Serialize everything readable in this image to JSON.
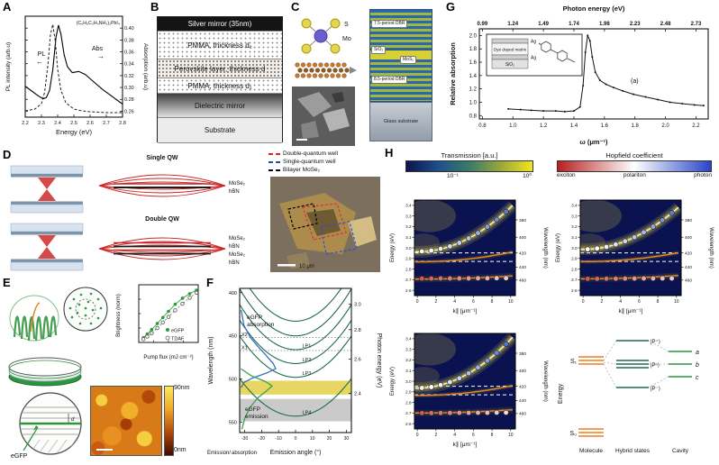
{
  "panelA": {
    "label": "A",
    "xlabel": "Energy (eV)",
    "ylabel_left": "PL intensity (arb.u)",
    "ylabel_right": "Absorption (arb.u)",
    "annotation": "(C₆H₅C₂H₄NH₃)₂PbI₄",
    "pl_label": "PL",
    "pl_arrow": "←",
    "abs_label": "Abs",
    "abs_arrow": "→"
  },
  "panelB": {
    "label": "B",
    "layers": [
      "Silver mirror (35nm)",
      "PMMA, thickness d₂",
      "Perovskite layer, thickness d",
      "PMMA, thickness d₁",
      "Dielectric mirror",
      "Substrate"
    ]
  },
  "panelC": {
    "label": "C",
    "atom_s": "S",
    "atom_mo": "Mo",
    "stack": {
      "top_dbr": "7.5-period DBR",
      "sio2": "SiO₂",
      "mos2": "MoS₂",
      "bottom_dbr": "8.5-period DBR",
      "substrate": "Glass substrate"
    }
  },
  "panelD": {
    "label": "D",
    "single_qw": "Single QW",
    "double_qw": "Double QW",
    "single_layers": [
      "MoSe₂",
      "hBN"
    ],
    "double_layers": [
      "MoSe₂",
      "hBN",
      "MoSe₂",
      "hBN"
    ],
    "legend": [
      {
        "label": "Double-quantum well",
        "color": "#d42020"
      },
      {
        "label": "Single-quantum well",
        "color": "#2040c0"
      },
      {
        "label": "Bilayer MoSe₂",
        "color": "#000000"
      }
    ],
    "scalebar": "10 μm"
  },
  "panelE": {
    "label": "E",
    "egfp_label": "eGFP",
    "d_label": "d",
    "afm_scale_max": "90nm",
    "afm_scale_min": "0nm",
    "inset": {
      "xlabel": "Pump flux (mJ cm⁻²)",
      "ylabel": "Brightness (norm)",
      "legend": [
        "eGFP",
        "TDAF"
      ]
    }
  },
  "panelF": {
    "label": "F",
    "ylabel_left": "Wavelength (nm)",
    "ylabel_right": "Photon energy (eV)",
    "xlabel": "Emission angle (°)",
    "xlabel2_em": "Emission/",
    "xlabel2_abs": "absorption",
    "abs_text_1": "eGFP",
    "abs_text_2": "absorption",
    "em_text_1": "eGFP",
    "em_text_2": "emission"
  },
  "panelG": {
    "label": "G",
    "top_xlabel": "Photon energy (eV)",
    "xlabel": "ω (μm⁻¹)",
    "ylabel": "Relative absorption",
    "annotation": "(a)",
    "inset_layers": [
      "Ag",
      "Dye doped matrix",
      "Ag",
      "SiO₂"
    ]
  },
  "panelH": {
    "label": "H",
    "cbar1": {
      "title": "Transmission [a.u.]",
      "tick_lo": "10⁻¹",
      "tick_hi": "10⁰"
    },
    "cbar2": {
      "title": "Hopfield coefficient",
      "labels": [
        "exciton",
        "polariton",
        "photon"
      ]
    },
    "xlabel": "k∥ [μm⁻¹]",
    "ylabel": "Energy (eV)",
    "right_label": "Wavelength (nm)",
    "levels": {
      "ylabel": "Energy",
      "s1": "S₁",
      "s0": "S₀",
      "p_plus": "|P⁺⟩",
      "p_mid": "|Pⁿ⟩",
      "p_minus": "|P⁻⟩",
      "cavity_modes": [
        "a",
        "b",
        "c"
      ],
      "columns": [
        "Molecule",
        "Hybrid states",
        "Cavity"
      ]
    }
  },
  "chart_data": [
    {
      "id": "A",
      "type": "line",
      "xlabel": "Energy (eV)",
      "xlim": [
        2.2,
        2.8
      ],
      "x_ticks": [
        2.2,
        2.3,
        2.4,
        2.5,
        2.6,
        2.7,
        2.8
      ],
      "y_right_lim": [
        0.25,
        0.42
      ],
      "y_right_ticks": [
        0.26,
        0.28,
        0.3,
        0.32,
        0.34,
        0.36,
        0.38,
        0.4
      ],
      "series": [
        {
          "name": "PL",
          "style": "dashed",
          "points": [
            [
              2.2,
              0.04
            ],
            [
              2.26,
              0.06
            ],
            [
              2.3,
              0.12
            ],
            [
              2.32,
              0.25
            ],
            [
              2.34,
              0.55
            ],
            [
              2.355,
              0.88
            ],
            [
              2.37,
              1.0
            ],
            [
              2.385,
              0.82
            ],
            [
              2.4,
              0.5
            ],
            [
              2.42,
              0.27
            ],
            [
              2.45,
              0.13
            ],
            [
              2.5,
              0.06
            ],
            [
              2.55,
              0.04
            ],
            [
              2.6,
              0.03
            ],
            [
              2.7,
              0.02
            ],
            [
              2.8,
              0.02
            ]
          ]
        },
        {
          "name": "Abs",
          "style": "solid",
          "points": [
            [
              2.2,
              0.302
            ],
            [
              2.24,
              0.294
            ],
            [
              2.28,
              0.286
            ],
            [
              2.31,
              0.281
            ],
            [
              2.33,
              0.283
            ],
            [
              2.35,
              0.295
            ],
            [
              2.37,
              0.33
            ],
            [
              2.39,
              0.385
            ],
            [
              2.405,
              0.405
            ],
            [
              2.42,
              0.39
            ],
            [
              2.44,
              0.355
            ],
            [
              2.46,
              0.335
            ],
            [
              2.49,
              0.325
            ],
            [
              2.53,
              0.327
            ],
            [
              2.57,
              0.322
            ],
            [
              2.62,
              0.31
            ],
            [
              2.68,
              0.296
            ],
            [
              2.74,
              0.284
            ],
            [
              2.8,
              0.272
            ]
          ]
        }
      ]
    },
    {
      "id": "Einset",
      "type": "scatter",
      "series": [
        {
          "name": "eGFP",
          "marker": "filled",
          "color": "#2a9a3a",
          "points": [
            [
              0.05,
              0.06
            ],
            [
              0.12,
              0.13
            ],
            [
              0.2,
              0.22
            ],
            [
              0.3,
              0.34
            ],
            [
              0.4,
              0.46
            ],
            [
              0.5,
              0.58
            ],
            [
              0.62,
              0.72
            ],
            [
              0.75,
              0.84
            ],
            [
              0.88,
              0.93
            ],
            [
              1.0,
              1.0
            ]
          ]
        },
        {
          "name": "TDAF",
          "marker": "open",
          "color": "#666666",
          "points": [
            [
              0.05,
              0.03
            ],
            [
              0.12,
              0.08
            ],
            [
              0.2,
              0.15
            ],
            [
              0.3,
              0.25
            ],
            [
              0.4,
              0.36
            ],
            [
              0.5,
              0.47
            ],
            [
              0.62,
              0.6
            ],
            [
              0.75,
              0.73
            ],
            [
              0.88,
              0.85
            ],
            [
              1.0,
              0.95
            ]
          ]
        }
      ]
    },
    {
      "id": "F",
      "type": "dispersion",
      "theta_lim": [
        -33,
        33
      ],
      "x_ticks": [
        -30,
        -20,
        -10,
        0,
        10,
        20,
        30
      ],
      "wavelength_lim": [
        395,
        562
      ],
      "wavelength_ticks": [
        400,
        450,
        500,
        550
      ],
      "energy_ticks": [
        3.0,
        2.8,
        2.6,
        2.4
      ],
      "bands": [
        {
          "color": "#e3cf45",
          "opacity": 0.85,
          "range": [
            502,
            518
          ]
        },
        {
          "color": "#c4c4c4",
          "opacity": 0.9,
          "range": [
            523,
            549
          ]
        }
      ],
      "excitons": [
        {
          "label": "X2",
          "wavelength": 452
        },
        {
          "label": "X1",
          "wavelength": 467
        }
      ],
      "modes": [
        {
          "label": "",
          "vertex": 433,
          "curv": 0.052
        },
        {
          "label": "",
          "vertex": 450,
          "curv": 0.05
        },
        {
          "label": "LP1",
          "vertex": 466,
          "curv": 0.048
        },
        {
          "label": "LP2",
          "vertex": 482,
          "curv": 0.046
        },
        {
          "label": "LP3",
          "vertex": 498,
          "curv": 0.044
        },
        {
          "label": "LP4",
          "vertex": 543,
          "curv": 0.04
        }
      ],
      "absorption": [
        [
          420,
          0.04
        ],
        [
          438,
          0.12
        ],
        [
          452,
          0.3
        ],
        [
          462,
          0.5
        ],
        [
          472,
          0.72
        ],
        [
          482,
          0.93
        ],
        [
          488,
          1.0
        ],
        [
          493,
          0.75
        ],
        [
          499,
          0.35
        ],
        [
          504,
          0.12
        ],
        [
          510,
          0.04
        ]
      ],
      "emission": [
        [
          488,
          0.04
        ],
        [
          496,
          0.35
        ],
        [
          503,
          0.8
        ],
        [
          508,
          1.0
        ],
        [
          514,
          0.82
        ],
        [
          522,
          0.55
        ],
        [
          533,
          0.32
        ],
        [
          545,
          0.16
        ],
        [
          558,
          0.07
        ]
      ]
    },
    {
      "id": "G",
      "type": "line",
      "xlim": [
        0.78,
        2.28
      ],
      "x_ticks": [
        0.8,
        1.0,
        1.2,
        1.4,
        1.6,
        1.8,
        2.0,
        2.2
      ],
      "ylim": [
        0.75,
        2.1
      ],
      "y_ticks": [
        0.8,
        1.0,
        1.2,
        1.4,
        1.6,
        1.8,
        2.0
      ],
      "top_ticks": [
        {
          "label": "0.99",
          "omega": 0.8
        },
        {
          "label": "1.24",
          "omega": 1.0
        },
        {
          "label": "1.49",
          "omega": 1.2
        },
        {
          "label": "1.74",
          "omega": 1.4
        },
        {
          "label": "1.98",
          "omega": 1.6
        },
        {
          "label": "2.23",
          "omega": 1.8
        },
        {
          "label": "2.48",
          "omega": 2.0
        },
        {
          "label": "2.73",
          "omega": 2.2
        }
      ],
      "series": [
        {
          "name": "absorption",
          "points": [
            [
              0.97,
              0.9
            ],
            [
              1.05,
              0.89
            ],
            [
              1.12,
              0.88
            ],
            [
              1.2,
              0.87
            ],
            [
              1.28,
              0.87
            ],
            [
              1.34,
              0.86
            ],
            [
              1.4,
              0.87
            ],
            [
              1.44,
              0.93
            ],
            [
              1.46,
              1.25
            ],
            [
              1.475,
              1.75
            ],
            [
              1.49,
              2.0
            ],
            [
              1.505,
              1.92
            ],
            [
              1.52,
              1.68
            ],
            [
              1.54,
              1.45
            ],
            [
              1.57,
              1.33
            ],
            [
              1.61,
              1.27
            ],
            [
              1.66,
              1.22
            ],
            [
              1.72,
              1.17
            ],
            [
              1.79,
              1.12
            ],
            [
              1.87,
              1.08
            ],
            [
              1.95,
              1.04
            ],
            [
              2.03,
              1.0
            ],
            [
              2.11,
              0.98
            ],
            [
              2.19,
              0.96
            ],
            [
              2.25,
              0.95
            ]
          ]
        }
      ]
    },
    {
      "id": "H1",
      "type": "polariton",
      "k_lim": [
        -0.3,
        10.5
      ],
      "x_ticks": [
        0,
        2,
        4,
        6,
        8,
        10
      ],
      "e_lim": [
        2.55,
        3.45
      ],
      "y_ticks": [
        2.6,
        2.7,
        2.8,
        2.9,
        3.0,
        3.1,
        3.2,
        3.3,
        3.4
      ],
      "wl_ticks": [
        380,
        400,
        420,
        440,
        460
      ],
      "dashed": [
        2.952,
        2.872
      ],
      "cavity": {
        "e0": 2.962,
        "a": 0.0042
      },
      "orange": [
        {
          "e0": 2.705,
          "a": 0.0003
        },
        {
          "e0": 2.868,
          "a": 0.0009
        }
      ],
      "scatter_lp": [
        [
          0.5,
          2.71,
          0.1
        ],
        [
          1.5,
          2.71,
          0.13
        ],
        [
          2.5,
          2.711,
          0.16
        ],
        [
          3.5,
          2.711,
          0.19
        ],
        [
          4.5,
          2.712,
          0.22
        ],
        [
          5.5,
          2.712,
          0.25
        ],
        [
          6.5,
          2.713,
          0.28
        ],
        [
          7.5,
          2.713,
          0.31
        ],
        [
          8.5,
          2.714,
          0.34
        ],
        [
          9.5,
          2.714,
          0.37
        ]
      ],
      "scatter_up": [
        [
          0.5,
          2.966,
          0.5
        ],
        [
          1.5,
          2.974,
          0.53
        ],
        [
          2.5,
          2.99,
          0.56
        ],
        [
          3.5,
          3.014,
          0.6
        ],
        [
          4.5,
          3.047,
          0.64
        ],
        [
          5.5,
          3.089,
          0.68
        ],
        [
          6.5,
          3.139,
          0.73
        ],
        [
          7.5,
          3.198,
          0.78
        ],
        [
          8.5,
          3.266,
          0.83
        ],
        [
          9.5,
          3.341,
          0.88
        ]
      ]
    },
    {
      "id": "H2",
      "type": "polariton",
      "k_lim": [
        -0.3,
        10.5
      ],
      "x_ticks": [
        0,
        2,
        4,
        6,
        8,
        10
      ],
      "e_lim": [
        2.55,
        3.45
      ],
      "y_ticks": [
        2.6,
        2.7,
        2.8,
        2.9,
        3.0,
        3.1,
        3.2,
        3.3,
        3.4
      ],
      "wl_ticks": [
        380,
        400,
        420,
        440,
        460
      ],
      "dashed": [
        2.952,
        2.872
      ],
      "cavity": {
        "e0": 2.985,
        "a": 0.0038
      },
      "orange": [
        {
          "e0": 2.708,
          "a": 0.0003
        },
        {
          "e0": 2.87,
          "a": 0.0008
        }
      ],
      "scatter_lp": [
        [
          0.5,
          2.708,
          0.1
        ],
        [
          1.5,
          2.708,
          0.13
        ],
        [
          2.5,
          2.709,
          0.16
        ],
        [
          3.5,
          2.709,
          0.19
        ],
        [
          4.5,
          2.71,
          0.22
        ],
        [
          5.5,
          2.71,
          0.25
        ],
        [
          6.5,
          2.711,
          0.28
        ],
        [
          7.5,
          2.711,
          0.31
        ],
        [
          8.5,
          2.712,
          0.34
        ],
        [
          9.5,
          2.712,
          0.37
        ]
      ],
      "scatter_up": [
        [
          0.5,
          2.986,
          0.48
        ],
        [
          1.5,
          2.994,
          0.51
        ],
        [
          2.5,
          3.009,
          0.54
        ],
        [
          3.5,
          3.032,
          0.58
        ],
        [
          4.5,
          3.062,
          0.62
        ],
        [
          5.5,
          3.1,
          0.66
        ],
        [
          6.5,
          3.146,
          0.71
        ],
        [
          7.5,
          3.199,
          0.76
        ],
        [
          8.5,
          3.26,
          0.81
        ],
        [
          9.5,
          3.328,
          0.87
        ]
      ]
    },
    {
      "id": "H3",
      "type": "polariton",
      "k_lim": [
        -0.3,
        10.5
      ],
      "x_ticks": [
        0,
        2,
        4,
        6,
        8,
        10
      ],
      "e_lim": [
        2.55,
        3.45
      ],
      "y_ticks": [
        2.6,
        2.7,
        2.8,
        2.9,
        3.0,
        3.1,
        3.2,
        3.3,
        3.4
      ],
      "wl_ticks": [
        380,
        400,
        420,
        440,
        460
      ],
      "dashed": [
        2.952,
        2.872
      ],
      "cavity": {
        "e0": 2.935,
        "a": 0.0046
      },
      "orange": [
        {
          "e0": 2.7,
          "a": 0.0003
        },
        {
          "e0": 2.865,
          "a": 0.0009
        }
      ],
      "scatter_lp": [
        [
          0.5,
          2.7,
          0.1
        ],
        [
          1.5,
          2.7,
          0.14
        ],
        [
          2.5,
          2.701,
          0.17
        ],
        [
          3.5,
          2.701,
          0.2
        ],
        [
          4.5,
          2.702,
          0.24
        ],
        [
          5.5,
          2.702,
          0.27
        ],
        [
          6.5,
          2.703,
          0.3
        ],
        [
          7.5,
          2.703,
          0.34
        ],
        [
          8.5,
          2.704,
          0.37
        ],
        [
          9.5,
          2.704,
          0.4
        ]
      ],
      "scatter_up": [
        [
          0.5,
          2.936,
          0.46
        ],
        [
          1.5,
          2.945,
          0.5
        ],
        [
          2.5,
          2.964,
          0.54
        ],
        [
          3.5,
          2.991,
          0.58
        ],
        [
          4.5,
          3.028,
          0.63
        ],
        [
          5.5,
          3.074,
          0.68
        ],
        [
          6.5,
          3.129,
          0.73
        ],
        [
          7.5,
          3.193,
          0.79
        ],
        [
          8.5,
          3.267,
          0.85
        ],
        [
          9.5,
          3.35,
          0.9
        ]
      ]
    }
  ]
}
